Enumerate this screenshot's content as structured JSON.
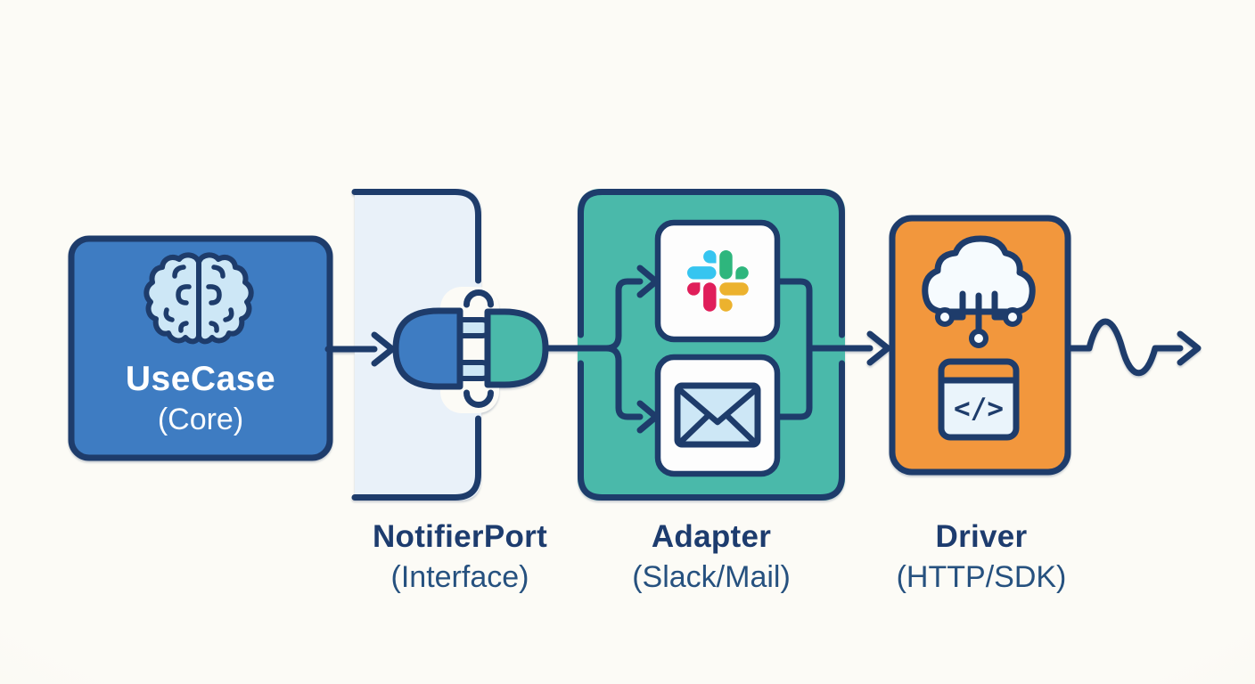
{
  "colors": {
    "bg": "#fcfbf6",
    "navy": "#1e3c6b",
    "blue": "#3e7cc2",
    "pale": "#e9f1f9",
    "teal": "#4ab9aa",
    "orange": "#f2973d",
    "icon-blue": "#cde7f6",
    "card": "#fdfdfd",
    "slack-blue": "#36c5f0",
    "slack-green": "#2eb67d",
    "slack-red": "#e01e5a",
    "slack-yellow": "#ecb22e",
    "label": "#1d3c6e",
    "sublabel": "#26517f"
  },
  "nodes": {
    "usecase": {
      "title": "UseCase",
      "subtitle": "(Core)",
      "icon": "brain-icon"
    },
    "port": {
      "title": "NotifierPort",
      "subtitle": "(Interface)",
      "icon": "plug-socket-icon"
    },
    "adapter": {
      "title": "Adapter",
      "subtitle": "(Slack/Mail)",
      "icons": [
        "slack-logo-icon",
        "mail-envelope-icon"
      ]
    },
    "driver": {
      "title": "Driver",
      "subtitle": "(HTTP/SDK)",
      "icons": [
        "cloud-network-icon",
        "code-window-icon"
      ],
      "code_glyph": "</>"
    }
  },
  "connections": [
    "usecase-to-port",
    "port-socket-to-adapter",
    "adapter-branch-to-slack",
    "adapter-branch-to-mail",
    "adapter-to-driver",
    "driver-to-external-wavy"
  ]
}
